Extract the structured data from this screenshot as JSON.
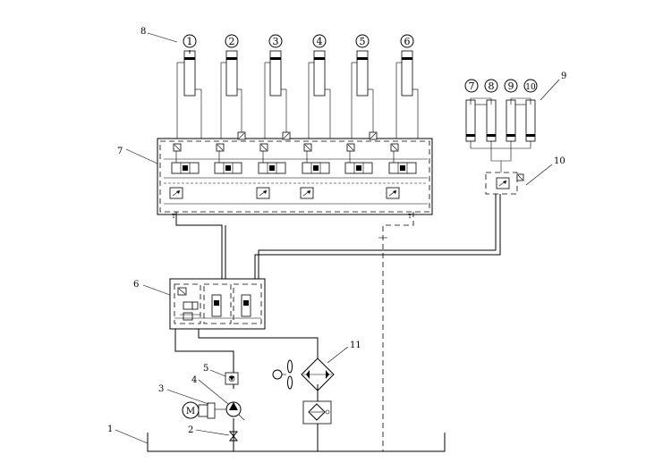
{
  "callouts": {
    "reservoir": "1",
    "valve": "2",
    "coupling": "3",
    "pump": "4",
    "filter": "5",
    "control_valve_block": "6",
    "cylinder_valve_manifold": "7",
    "main_cylinders": "8",
    "auxiliary_cylinders": "9",
    "auxiliary_valve": "10",
    "cooler": "11"
  },
  "cylinders_main": [
    "1",
    "2",
    "3",
    "4",
    "5",
    "6"
  ],
  "cylinders_aux": [
    "7",
    "8",
    "9",
    "10"
  ],
  "motor_label": "M",
  "port_labels": {
    "manifold_left_bottom": "T",
    "manifold_right_bottom": "T"
  }
}
